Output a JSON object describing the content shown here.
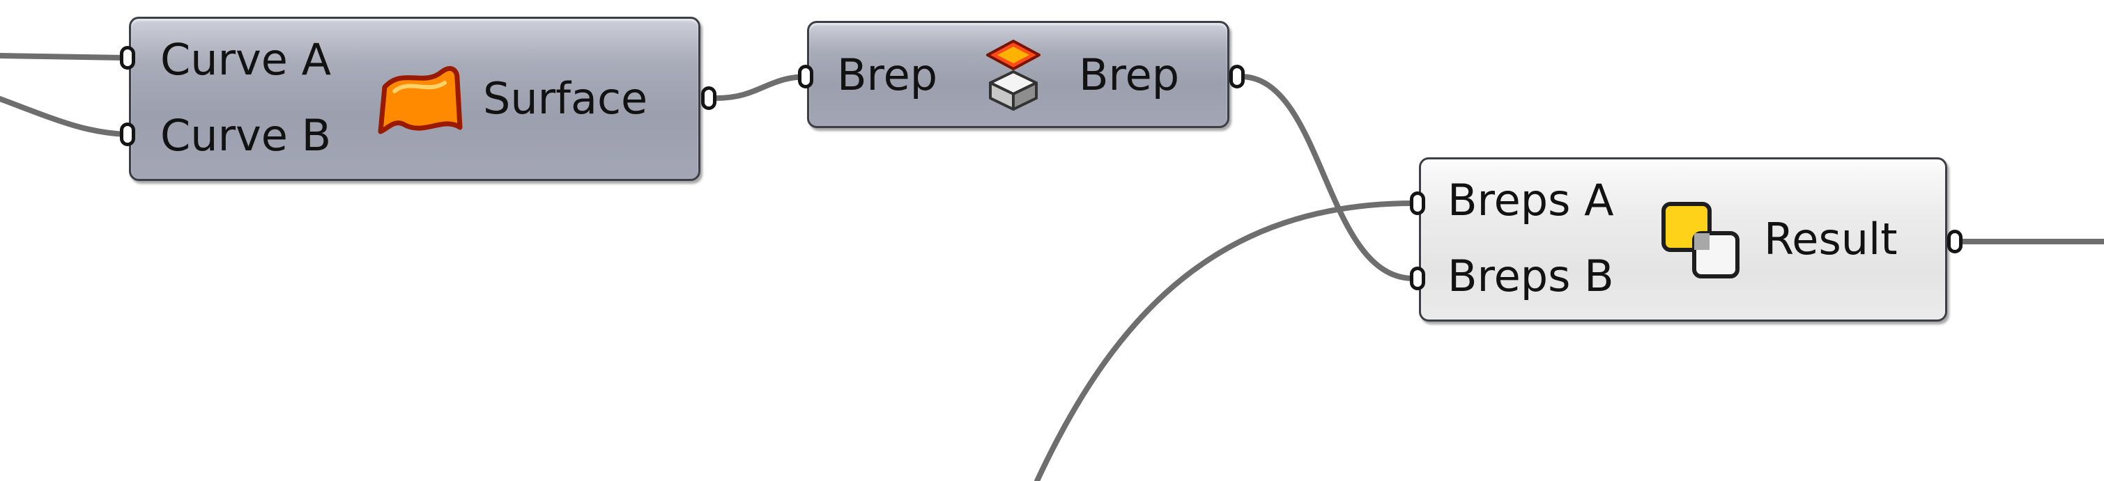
{
  "colors": {
    "wire": "#6e6e6e",
    "node_border": "#3e3e46",
    "grey_node_fill": "#a3a6b4",
    "white_node_fill": "#ebebeb",
    "surface_icon_orange": "#ff8a00",
    "boolean_icon_yellow": "#ffd21a"
  },
  "components": {
    "edge_surface": {
      "inputs": [
        "Curve A",
        "Curve B"
      ],
      "output": "Surface",
      "icon": "edge-surface-icon"
    },
    "brep_param": {
      "input": "Brep",
      "output": "Brep",
      "icon": "brep-param-icon"
    },
    "boolean_op": {
      "inputs": [
        "Breps A",
        "Breps B"
      ],
      "output": "Result",
      "icon": "boolean-union-icon"
    }
  }
}
